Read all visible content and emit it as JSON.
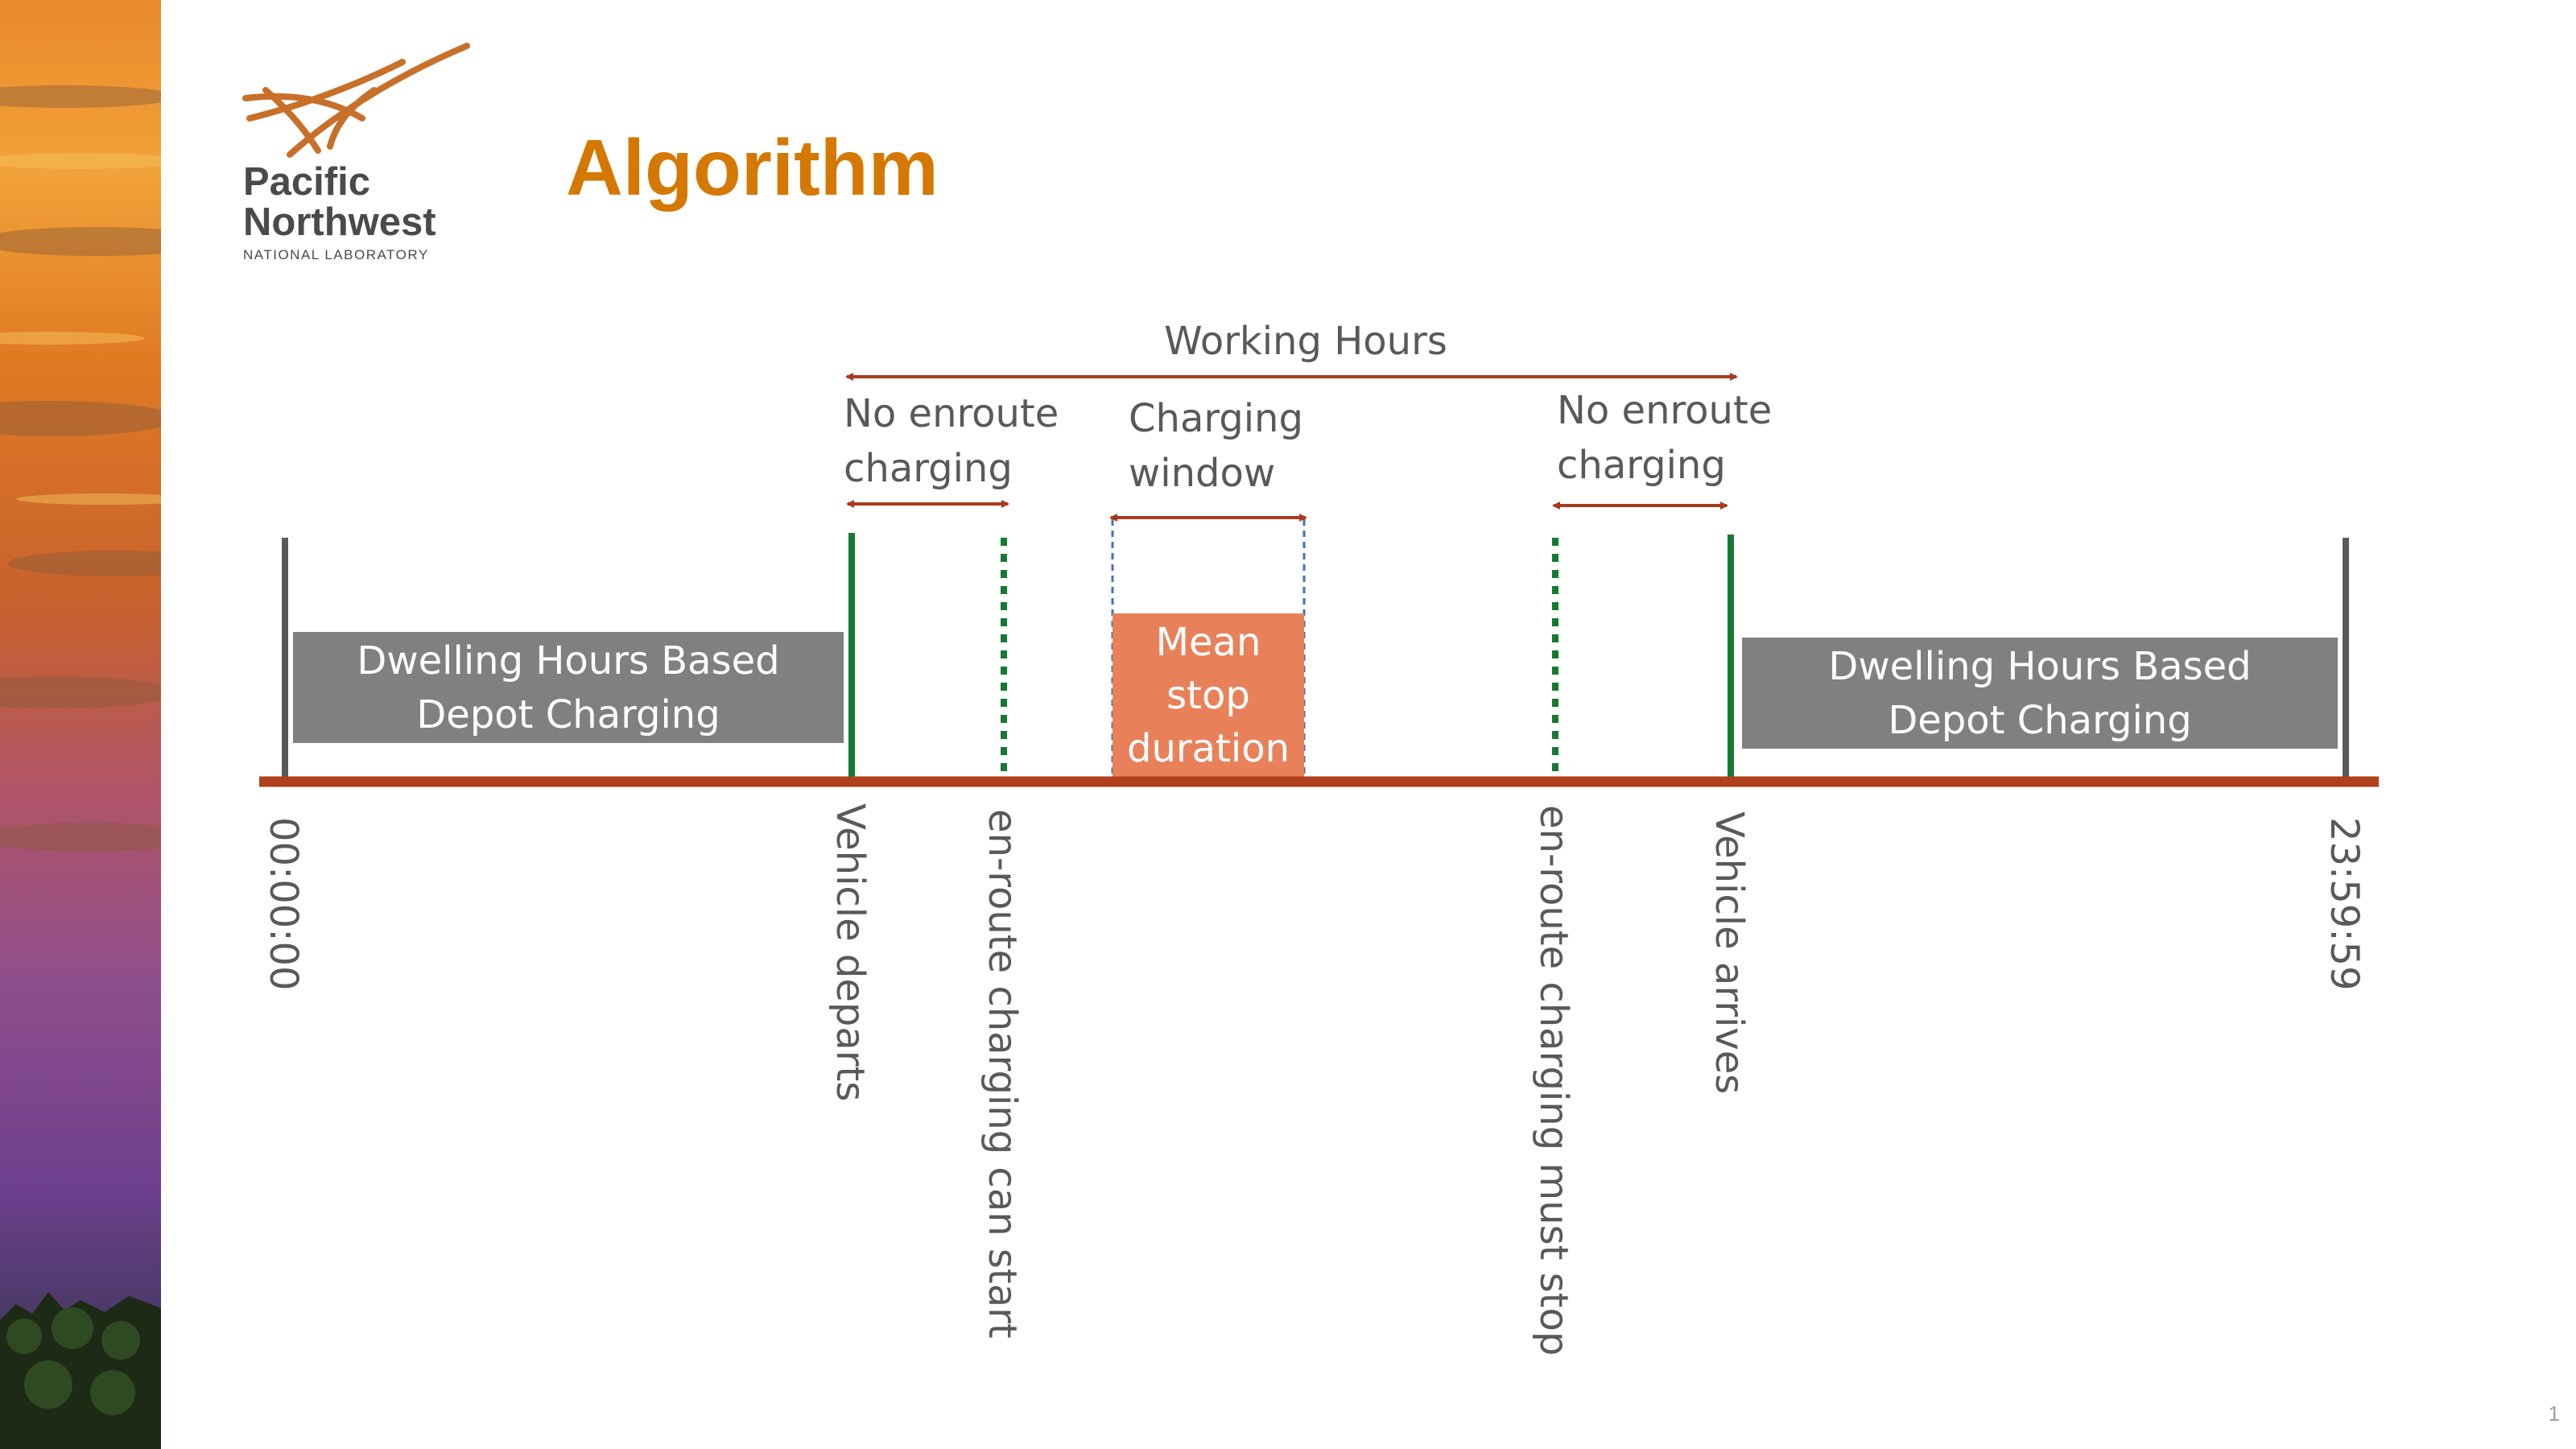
{
  "branding": {
    "org_line1": "Pacific",
    "org_line2": "Northwest",
    "org_line3": "NATIONAL LABORATORY"
  },
  "slide": {
    "title": "Algorithm",
    "page_number": "1"
  },
  "colors": {
    "title": "#d57800",
    "timeline": "#b0401c",
    "arrow": "#a83a1e",
    "solid_marker": "#137a33",
    "dotted_marker": "#137a33",
    "end_marker": "#595959",
    "dwelling_box": "#808080",
    "mean_box": "#e8815a",
    "window_dash": "#4a6fb0",
    "text": "#595959"
  },
  "diagram": {
    "top_labels": {
      "working_hours": "Working Hours",
      "no_enroute_left": [
        "No enroute",
        "charging"
      ],
      "charging_window": [
        "Charging",
        "window"
      ],
      "no_enroute_right": [
        "No enroute",
        "charging"
      ]
    },
    "boxes": {
      "dwelling_left": [
        "Dwelling Hours Based",
        "Depot Charging"
      ],
      "mean_stop": [
        "Mean",
        "stop",
        "duration"
      ],
      "dwelling_right": [
        "Dwelling Hours Based",
        "Depot Charging"
      ]
    },
    "markers": [
      {
        "id": "start-time",
        "label": "00:00:00",
        "style": "end"
      },
      {
        "id": "vehicle-departs",
        "label": "Vehicle departs",
        "style": "solid"
      },
      {
        "id": "enroute-start",
        "label": "en-route charging can start",
        "style": "dotted"
      },
      {
        "id": "enroute-stop",
        "label": "en-route charging must stop",
        "style": "dotted"
      },
      {
        "id": "vehicle-arrives",
        "label": "Vehicle arrives",
        "style": "solid"
      },
      {
        "id": "end-time",
        "label": "23:59:59",
        "style": "end"
      }
    ]
  }
}
